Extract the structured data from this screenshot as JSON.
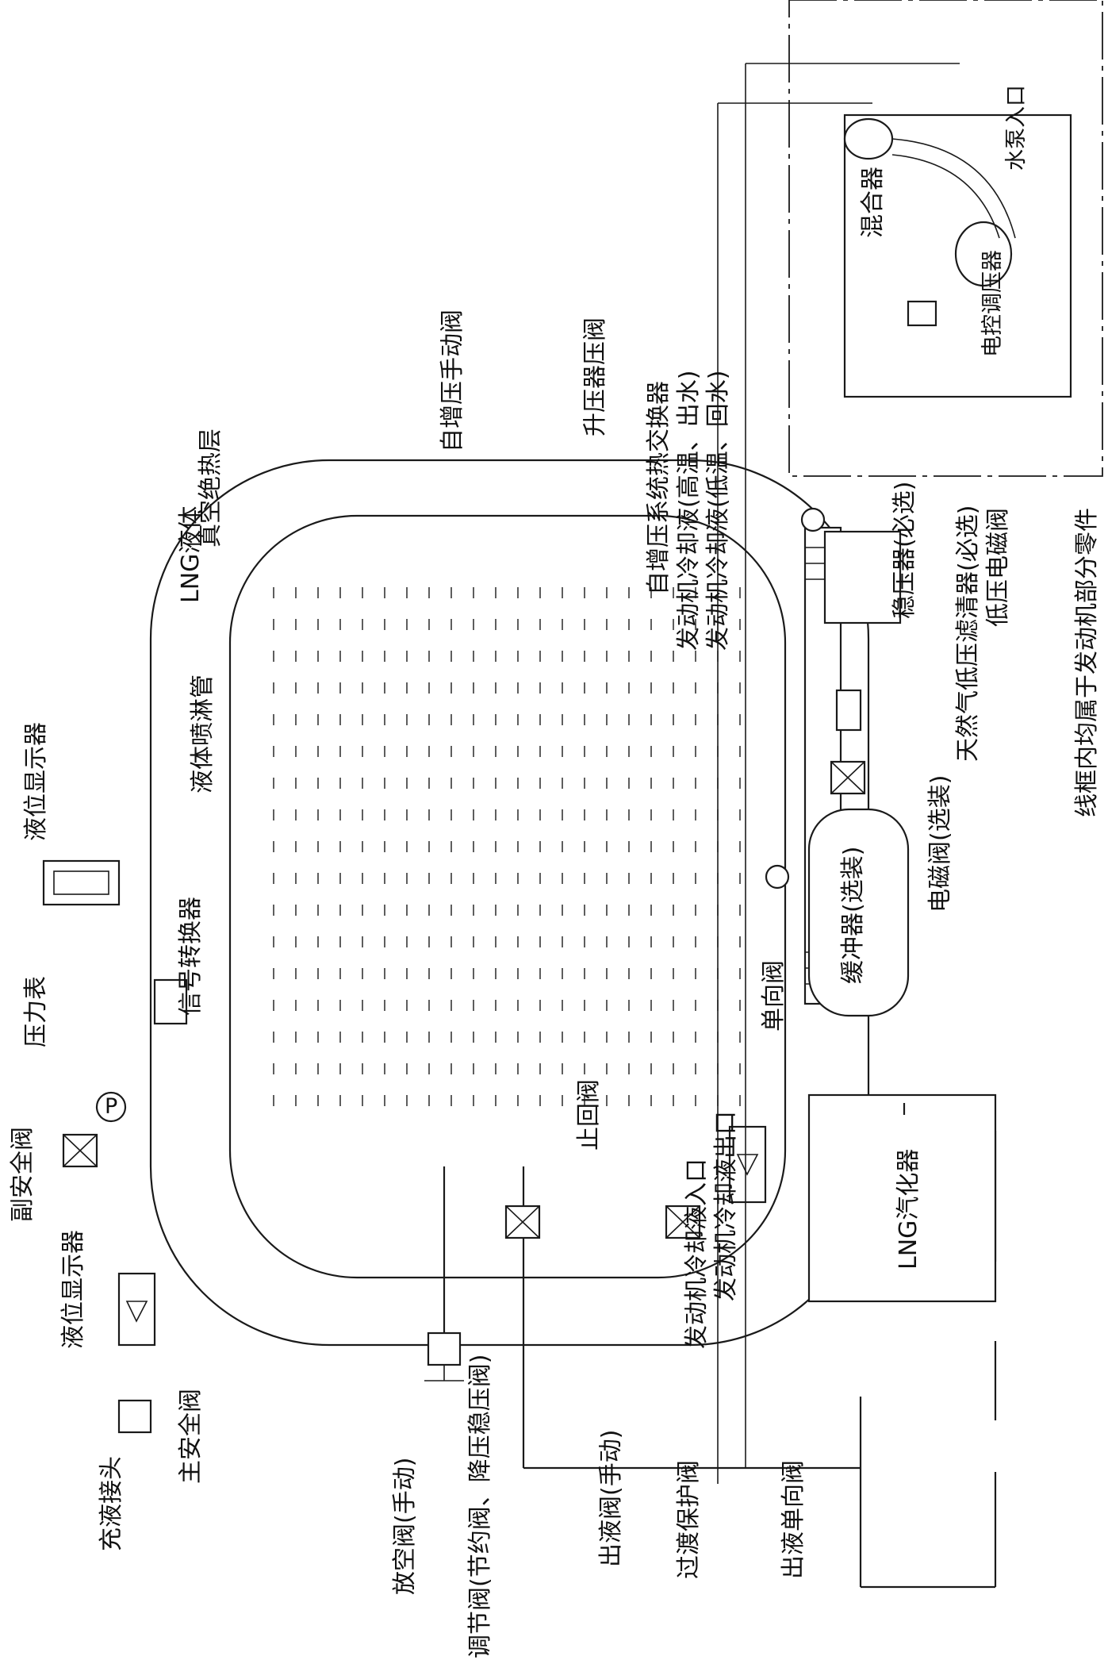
{
  "labels": {
    "fill_connector": "充液接头",
    "level_indicator_left": "液位显示器",
    "aux_safety_valve": "副安全阀",
    "pressure_gauge": "压力表",
    "signal_converter": "信号转换器",
    "level_display_top": "液位显示器",
    "spray_pipe": "液体喷淋管",
    "lng_liquid": "LNG液体",
    "vacuum_layer": "真空绝热层",
    "self_boost_manual_valve": "自增压手动阀",
    "booster_valve": "升压器压阀",
    "self_boost_exchanger": "自增压系统热交换器",
    "main_safety_valve": "主安全阀",
    "vent_valve": "放空阀(手动)",
    "regulating_valve": "调节阀(节约阀、降压稳压阀)",
    "check_valve": "止回阀",
    "outlet_valve": "出液阀(手动)",
    "overflow_valve": "过渡保护阀",
    "outlet_check_valve": "出液单向阀",
    "coolant_inlet": "发动机冷却液入口",
    "coolant_outlet": "发动机冷却液出口",
    "vaporizer": "LNG汽化器",
    "check_valve_small": "单向阀",
    "buffer": "缓冲器(选装)",
    "solenoid_valve": "电磁阀(选装)",
    "gas_filter": "天然气低压滤清器(必选)",
    "regulator": "稳压器(必选)",
    "low_pressure_solenoid": "低压电磁阀",
    "coolant_high": "发动机冷却液(高温、出水)",
    "coolant_low": "发动机冷却液(低温、回水)",
    "mixer": "混合器",
    "water_pump_inlet": "水泵入口",
    "ecu_regulator": "电控调压器",
    "frame_note": "线框内均属于发动机部分零件",
    "p_symbol": "P"
  }
}
